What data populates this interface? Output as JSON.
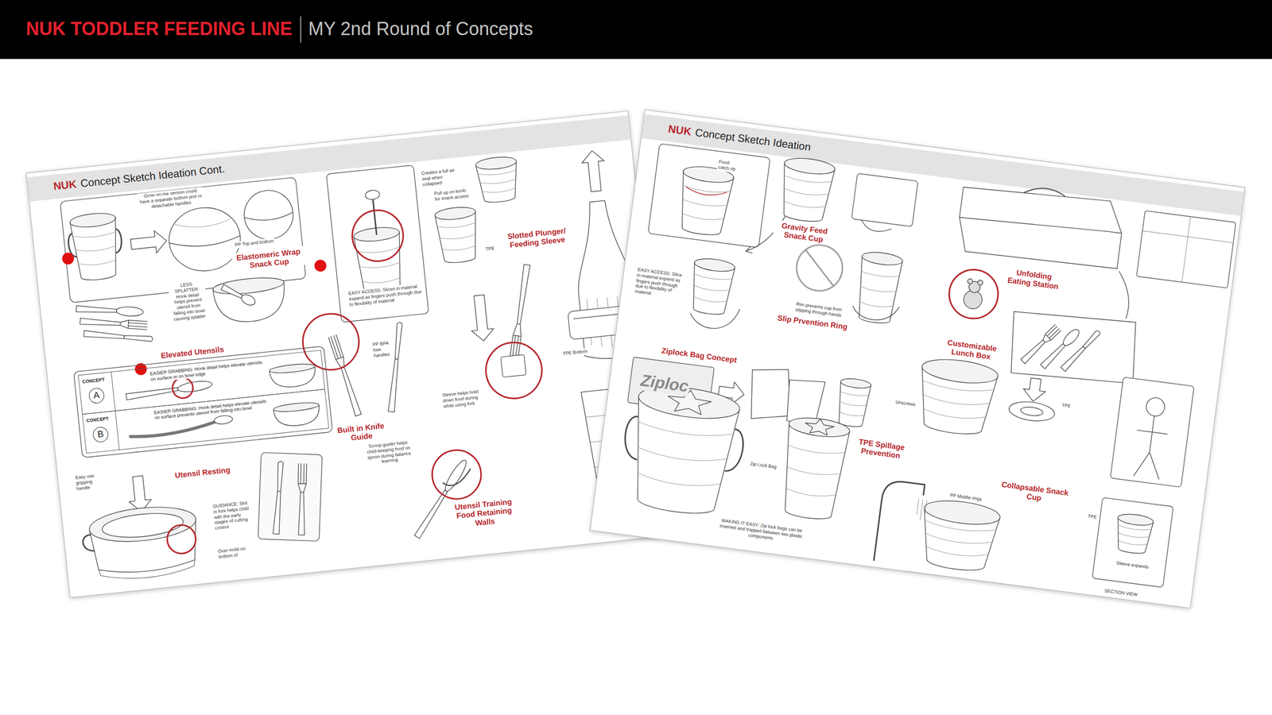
{
  "diagram": {
    "title": "NUK TODDLER FEEDING LINE",
    "nodes": [
      {
        "text": [
          "NUK",
          "Concept Sketch Ideation Cont."
        ]
      },
      {
        "text": [
          "CONCEPT",
          "A",
          "EASIER GRABBING: Hook detail helps elevate utensils on surface or on bowl edge"
        ],
        "in": 0
      },
      {
        "text": [
          "CONCEPT",
          "B",
          "EASIER GRABBING: Hook detail helps elevate utensils on surface prevents utensil from falling into bowl"
        ],
        "in": 0
      },
      {
        "text": [
          "NUK",
          "Concept Sketch Ideation"
        ]
      }
    ],
    "labels": [
      "MY 2nd Round of Concepts",
      "Grow on me version could have a separate bottom pod or detachable handles",
      "PP Top and bottom",
      "Elastomeric Wrap Snack Cup",
      "LESS SPLATTER: Hook detail helps prevent utensil from falling into bowl causing splatter",
      "Elevated Utensils",
      "Utensil Resting",
      "Easy use gripping handle",
      "Over mold on bottom of",
      "GUIDANCE: Slot in fork helps child with the early stages of cutting control",
      "Built in Knife Guide",
      "PP BPA free handles",
      "EASY ACCESS: Slices in material expand as fingers push through due to flexibility of material",
      "Creates a full air seal when collapsed",
      "Pull up on knob for snack access",
      "TPE",
      "Slotted Plunger/ Feeding Sleeve",
      "Sleeve helps hold down food during while using fork",
      "Scoop guider helps child keeping food on spoon during balance learning",
      "Utensil Training Food Retaining Walls",
      "TPE Bottom",
      "Food catch rib",
      "Gravity Feed Snack Cup",
      "EASY ACCESS: Slice in material expand as fingers push through due to flexibility of material",
      "Rim prevents cup from slipping through hands",
      "Slip Prvention Ring",
      "Customizable Lunch Box",
      "Unfolding Eating Station",
      "Ziplock Bag Concept",
      "Ziploc",
      "Zip Lock Bag",
      "TPE Spillage Prevention",
      "MAKING IT EASY: Zip lock bags can be inserted and trapped between two plastic components",
      "Unscrews",
      "TPE",
      "Collapsable Snack Cup",
      "PP Middle rings",
      "TPE",
      "Sleeve expands",
      "SECTION VIEW"
    ]
  }
}
